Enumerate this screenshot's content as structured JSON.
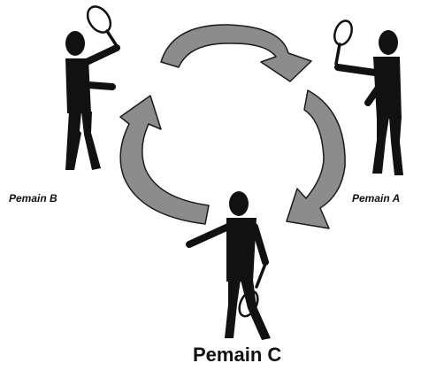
{
  "players": {
    "a": "Pemain A",
    "b": "Pemain B",
    "c": "Pemain C"
  },
  "colors": {
    "figure": "#111111",
    "arrow_fill": "#8c8c8c",
    "arrow_stroke": "#1a1a1a",
    "background": "#ffffff"
  },
  "icons": {
    "player_figure": "stick-figure-with-racket-icon",
    "rotation": "curved-arrow-icon"
  }
}
